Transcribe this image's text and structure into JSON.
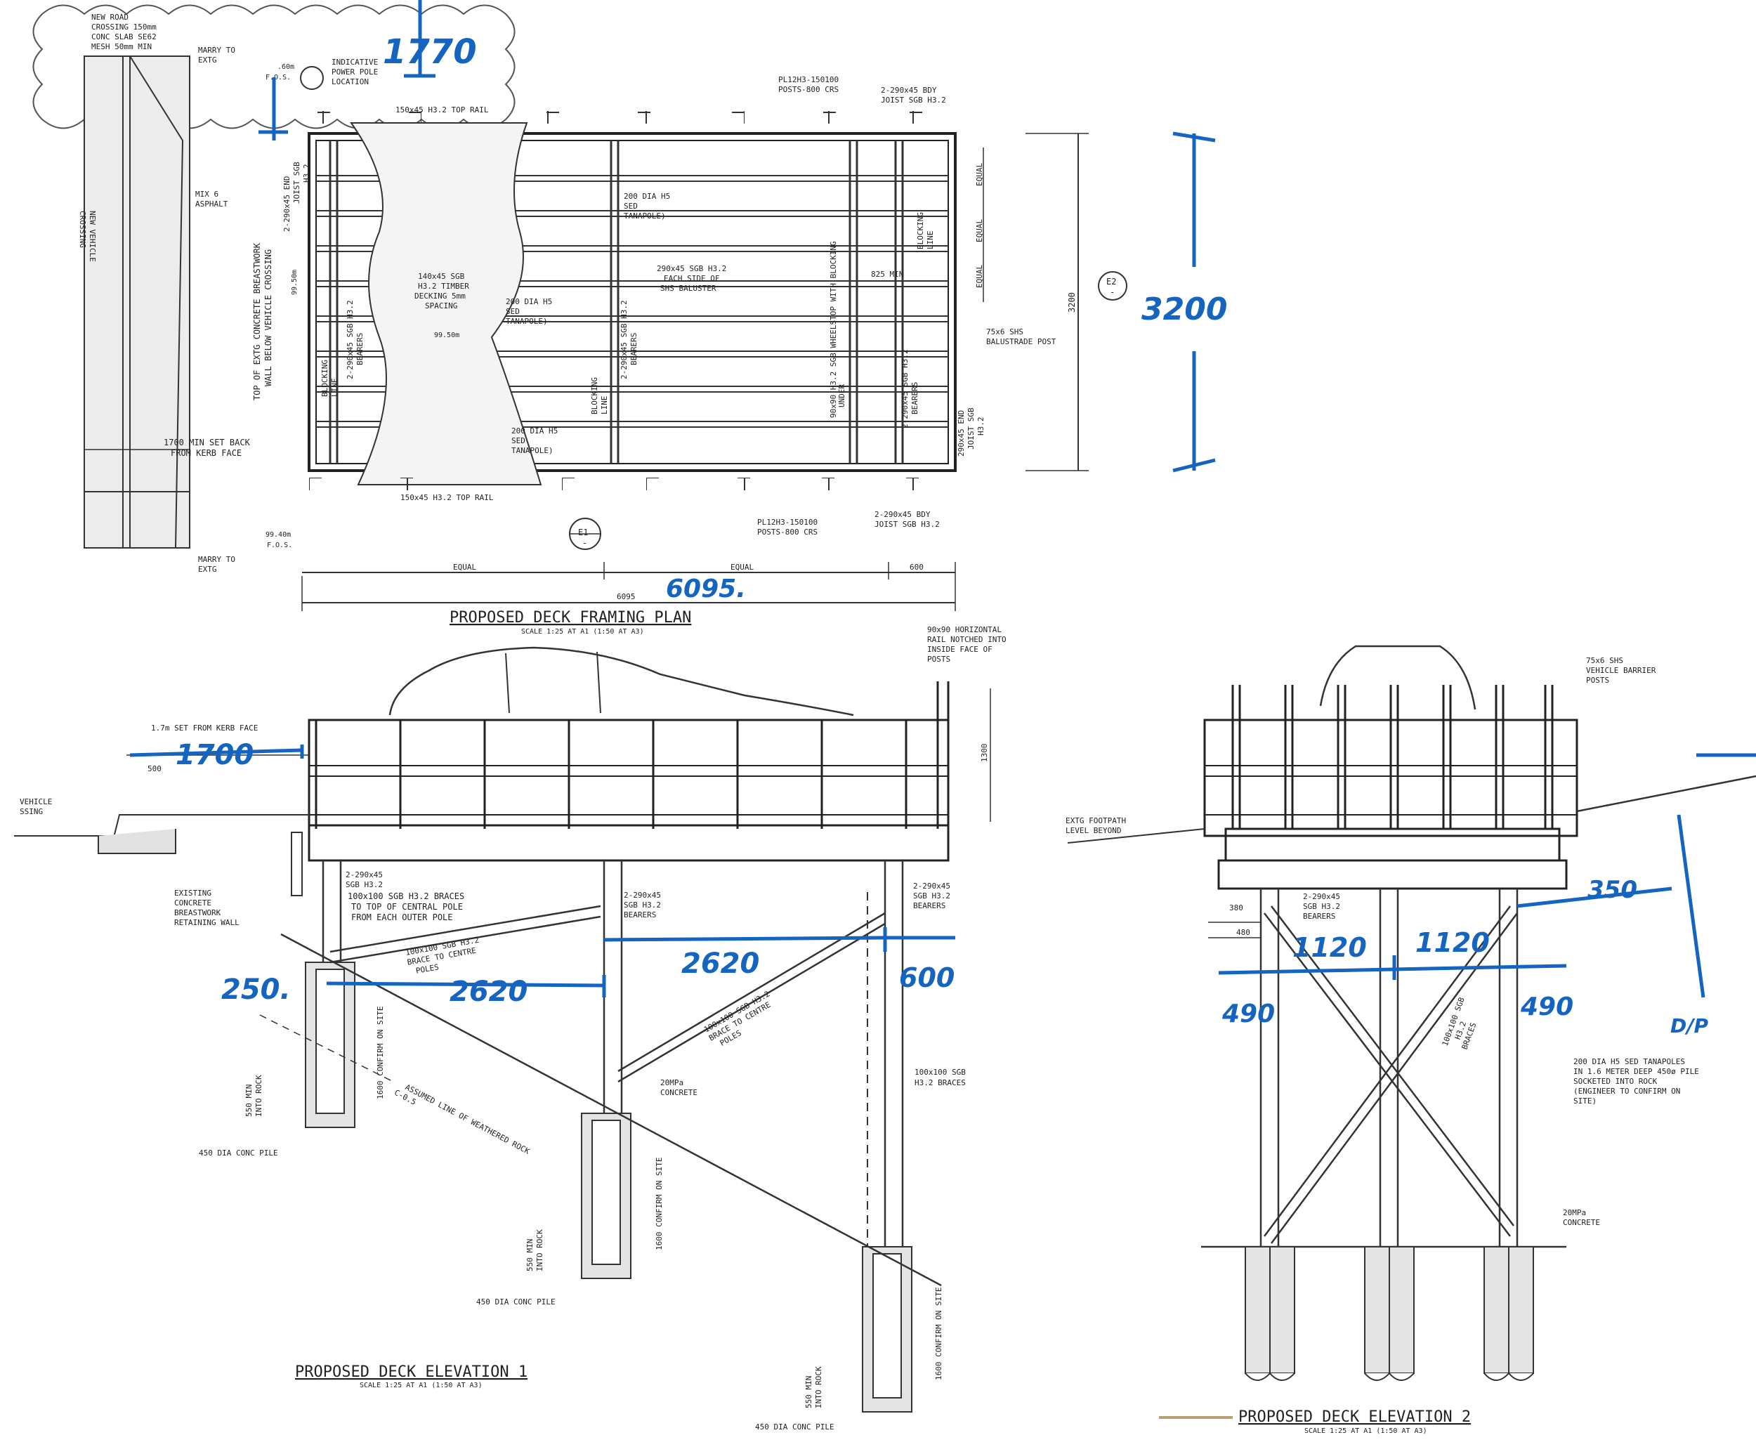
{
  "plan": {
    "title": "PROPOSED DECK FRAMING PLAN",
    "scale": "SCALE 1:25 AT A1 (1:50 AT A3)",
    "road_crossing": [
      "NEW ROAD",
      "CROSSING 150mm",
      "CONC SLAB SE62",
      "MESH 50mm MIN"
    ],
    "marry_top": [
      "MARRY TO",
      "EXTG"
    ],
    "marry_bottom": [
      "MARRY TO",
      "EXTG"
    ],
    "rl_top": [
      ".60m",
      "F.O.S."
    ],
    "power_pole": [
      "INDICATIVE",
      "POWER POLE",
      "LOCATION"
    ],
    "top_rail": "150x45 H3.2 TOP RAIL",
    "bottom_rail": "150x45 H3.2 TOP RAIL",
    "posts_top": [
      "PL12H3-150100",
      "POSTS-800 CRS"
    ],
    "posts_bottom": [
      "PL12H3-150100",
      "POSTS-800 CRS"
    ],
    "bdy_joist_top": [
      "2-290x45 BDY",
      "JOIST SGB H3.2"
    ],
    "bdy_joist_bottom": [
      "2-290x45 BDY",
      "JOIST SGB H3.2"
    ],
    "asphalt": [
      "MIX 6",
      "ASPHALT"
    ],
    "new_vehicle_crossing": [
      "NEW VEHICLE",
      "CROSSING"
    ],
    "breastwork": [
      "TOP OF EXTG CONCRETE BREASTWORK",
      "WALL BELOW VEHICLE CROSSING"
    ],
    "end_joist_left": [
      "2-290x45 END",
      "JOIST SGB",
      "H3.2"
    ],
    "rl_mid": "99.50m",
    "rl_deck": "99.50m",
    "rl_bottom": [
      "99.40m",
      "F.O.S."
    ],
    "blocking_line_1": [
      "BLOCKING",
      "LINE"
    ],
    "bearers_left": [
      "2-290x45 SGB H3.2",
      "BEARERS"
    ],
    "decking": [
      "140x45 SGB",
      "H3.2 TIMBER",
      "DECKING 5mm",
      "SPACING"
    ],
    "tanapole_1": [
      "200 DIA H5",
      "SED",
      "TANAPOLE)"
    ],
    "tanapole_2": [
      "200 DIA H5",
      "SED",
      "TANAPOLE)"
    ],
    "tanapole_3": [
      "200 DIA H5",
      "SED",
      "TANAPOLE)"
    ],
    "blocking_line_2": [
      "BLOCKING",
      "LINE"
    ],
    "bearers_mid": [
      "2-290x45 SGB H3.2",
      "BEARERS"
    ],
    "baluster_note": [
      "290x45 SGB H3.2",
      "EACH SIDE OF",
      "SHS BALUSTER"
    ],
    "wheelstop": "90x90 H3.2 SGB WHEELSTOP WITH BLOCKING",
    "under": "UNDER",
    "min_825": "825 MIN",
    "blocking_line_3": [
      "BLOCKING",
      "LINE"
    ],
    "bearers_right": [
      "2-290x45 SGB H3.2",
      "BEARERS"
    ],
    "equal_labels": [
      "EQUAL",
      "EQUAL",
      "EQUAL"
    ],
    "balustrade_post": [
      "75x6 SHS",
      "BALUSTRADE POST"
    ],
    "end_joist_right": [
      "290x45 END",
      "JOIST SGB",
      "H3.2"
    ],
    "setback": [
      "1700 MIN SET BACK",
      "FROM KERB FACE"
    ],
    "dim_3200": "3200",
    "section_e2": [
      "E2",
      "-"
    ],
    "section_e1": [
      "E1",
      "-"
    ],
    "dim_equal_1": "EQUAL",
    "dim_equal_2": "EQUAL",
    "dim_600": "600",
    "dim_6095": "6095"
  },
  "elev1": {
    "title": "PROPOSED DECK ELEVATION 1",
    "scale": "SCALE 1:25 AT A1 (1:50 AT A3)",
    "kerb_setback": "1.7m SET FROM KERB FACE",
    "dim_500": "500",
    "vehicle_crossing": [
      "VEHICLE",
      "SSING"
    ],
    "horizontal_rail": [
      "90x90 HORIZONTAL",
      "RAIL NOTCHED INTO",
      "INSIDE FACE OF",
      "POSTS"
    ],
    "dim_1300": "1300",
    "existing_wall": [
      "EXISTING",
      "CONCRETE",
      "BREASTWORK",
      "RETAINING WALL"
    ],
    "bearers_left": [
      "2-290x45",
      "SGB H3.2"
    ],
    "bearers_mid": [
      "2-290x45",
      "SGB H3.2",
      "BEARERS"
    ],
    "bearers_right": [
      "2-290x45",
      "SGB H3.2",
      "BEARERS"
    ],
    "braces_top": [
      "100x100 SGB H3.2 BRACES",
      "TO TOP OF CENTRAL POLE",
      "FROM EACH OUTER POLE"
    ],
    "brace_left": [
      "100x100 SGB H3.2",
      "BRACE TO CENTRE",
      "POLES"
    ],
    "brace_right": [
      "100x100 SGB H3.2",
      "BRACE TO CENTRE",
      "POLES"
    ],
    "braces_dashed": [
      "100x100 SGB",
      "H3.2 BRACES"
    ],
    "concrete": [
      "20MPa",
      "CONCRETE"
    ],
    "rock_line": [
      "ASSUMED LINE OF WEATHERED ROCK",
      "C-0.5"
    ],
    "confirm_1": "1600 CONFIRM ON SITE",
    "confirm_2": "1600 CONFIRM ON SITE",
    "confirm_3": "1600 CONFIRM ON SITE",
    "min_rock_1": [
      "550 MIN",
      "INTO ROCK"
    ],
    "min_rock_2": [
      "550 MIN",
      "INTO ROCK"
    ],
    "min_rock_3": [
      "550 MIN",
      "INTO ROCK"
    ],
    "pile_1": "450 DIA CONC PILE",
    "pile_2": "450 DIA CONC PILE",
    "pile_3": "450 DIA CONC PILE"
  },
  "elev2": {
    "title": "PROPOSED DECK ELEVATION 2",
    "scale": "SCALE 1:25 AT A1 (1:50 AT A3)",
    "barrier_posts": [
      "75x6 SHS",
      "VEHICLE BARRIER",
      "POSTS"
    ],
    "footpath": [
      "EXTG FOOTPATH",
      "LEVEL BEYOND"
    ],
    "dim_380": "380",
    "dim_480": "480",
    "bearers": [
      "2-290x45",
      "SGB H3.2",
      "BEARERS"
    ],
    "braces": [
      "100x100 SGB",
      "H3.2",
      "BRACES"
    ],
    "tanapoles": [
      "200 DIA H5 SED TANAPOLES",
      "IN 1.6 METER DEEP 450ø PILE",
      "SOCKETED INTO ROCK",
      "(ENGINEER TO CONFIRM ON",
      "SITE)"
    ],
    "concrete": [
      "20MPa",
      "CONCRETE"
    ]
  },
  "handwritten": {
    "pole_1770": "1770",
    "dim_3200": "3200",
    "dim_6095": "6095.",
    "setback_1700": "1700",
    "e1_250": "250.",
    "e1_2620": "2620",
    "e1_2620b": "2620",
    "e1_600": "600",
    "e2_1120a": "1120",
    "e2_1120b": "1120",
    "e2_490a": "490",
    "e2_490b": "490",
    "e2_350": "350",
    "e2_dfp": "D/P"
  }
}
